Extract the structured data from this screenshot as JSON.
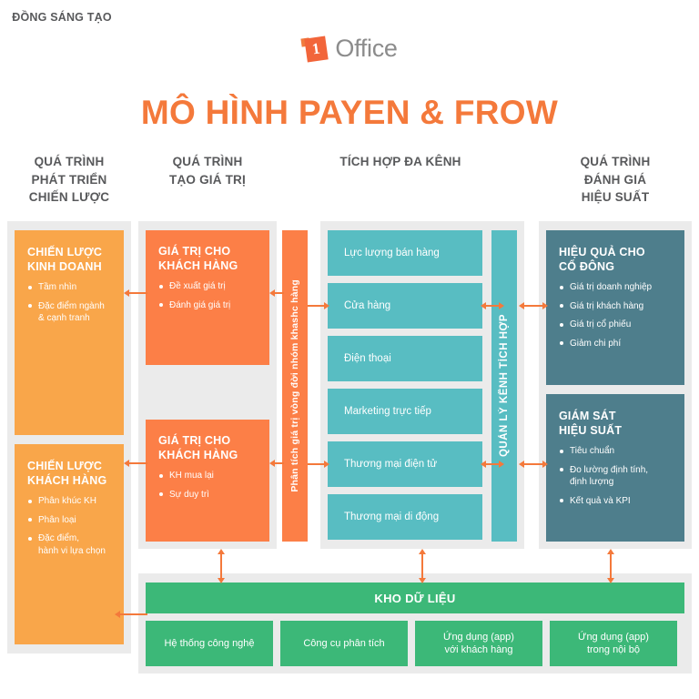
{
  "brand": {
    "logo_number": "1",
    "logo_text": "Office",
    "logo_icon": "orange-square-logo-icon"
  },
  "title": "MÔ HÌNH PAYEN & FROW",
  "column_headers": [
    "QUÁ TRÌNH\nPHÁT TRIỂN\nCHIẾN LƯỢC",
    "QUÁ TRÌNH\nTẠO GIÁ TRỊ",
    "TÍCH HỢP ĐA KÊNH",
    "QUÁ TRÌNH\nĐÁNH GIÁ\nHIỆU SUẤT"
  ],
  "strategy_column": {
    "business": {
      "title": "CHIẾN LƯỢC\nKINH DOANH",
      "items": [
        "Tầm nhìn",
        "Đặc điểm ngành\n& cạnh tranh"
      ]
    },
    "customer": {
      "title": "CHIẾN LƯỢC\nKHÁCH HÀNG",
      "items": [
        "Phân khúc KH",
        "Phân loại",
        "Đặc điểm,\nhành vi lựa chọn"
      ]
    }
  },
  "value_column": {
    "value_top": {
      "title": "GIÁ TRỊ CHO\nKHÁCH HÀNG",
      "items": [
        "Đề xuất giá trị",
        "Đánh giá giá trị"
      ]
    },
    "cocreation_label": "ĐỒNG SÁNG TẠO",
    "value_bottom": {
      "title": "GIÁ TRỊ CHO\nKHÁCH HÀNG",
      "items": [
        "KH mua lại",
        "Sự duy trì"
      ]
    },
    "vertical_bar": "Phân tích giá trị vòng đời nhóm khashc hàng"
  },
  "channel_column": {
    "channels": [
      "Lực lượng bán hàng",
      "Cửa hàng",
      "Điện thoại",
      "Marketing trực tiếp",
      "Thương mại điện tử",
      "Thương mại di động"
    ],
    "vertical_bar": "QUẢN LÝ KÊNH TÍCH HỢP"
  },
  "performance_column": {
    "shareholder": {
      "title": "HIỆU QUẢ CHO\nCỔ ĐÔNG",
      "items": [
        "Giá trị doanh nghiệp",
        "Giá trị khách hàng",
        "Giá trị cổ phiếu",
        "Giảm chi phí"
      ]
    },
    "monitoring": {
      "title": "GIÁM SÁT\nHIỆU SUẤT",
      "items": [
        "Tiêu chuẩn",
        "Đo lường định tính,\nđịnh lượng",
        "Kết quả và KPI"
      ]
    }
  },
  "data_section": {
    "warehouse_label": "KHO DỮ LIỆU",
    "items": [
      "Hệ thống công nghệ",
      "Công cụ phân tích",
      "Ứng dụng (app)\nvới khách hàng",
      "Ứng dụng (app)\ntrong nội bộ"
    ]
  },
  "colors": {
    "orange_light": "#F9A64A",
    "orange_dark": "#FC7F47",
    "orange_accent": "#F4793B",
    "teal": "#58BDC2",
    "slate": "#4E7E8C",
    "green": "#3CB878",
    "panel_gray": "#EBEBEB",
    "heading_gray": "#58595B"
  }
}
